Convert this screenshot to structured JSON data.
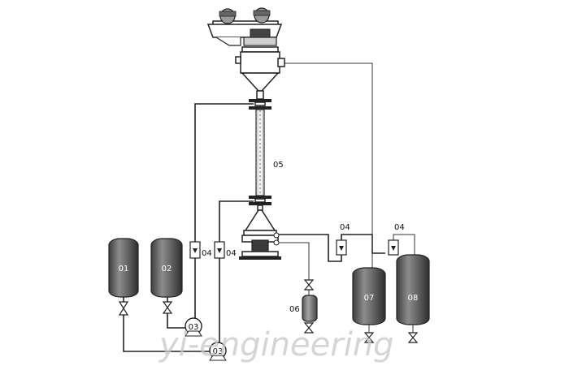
{
  "labels": {
    "tank_01": "01",
    "tank_02": "02",
    "pump_03_top": "03",
    "pump_03_bottom": "03",
    "flowmeter_04_a": "04",
    "flowmeter_04_b": "04",
    "flowmeter_04_c": "04",
    "flowmeter_04_d": "04",
    "column_05": "05",
    "vessel_06": "06",
    "tank_07": "07",
    "tank_08": "08"
  },
  "watermark": "yi-engineering",
  "colors": {
    "tank_fill": "#5a5a5a",
    "tank_shade": "#8a8a8a",
    "line": "#222222",
    "watermark": "#c8c8c8"
  }
}
